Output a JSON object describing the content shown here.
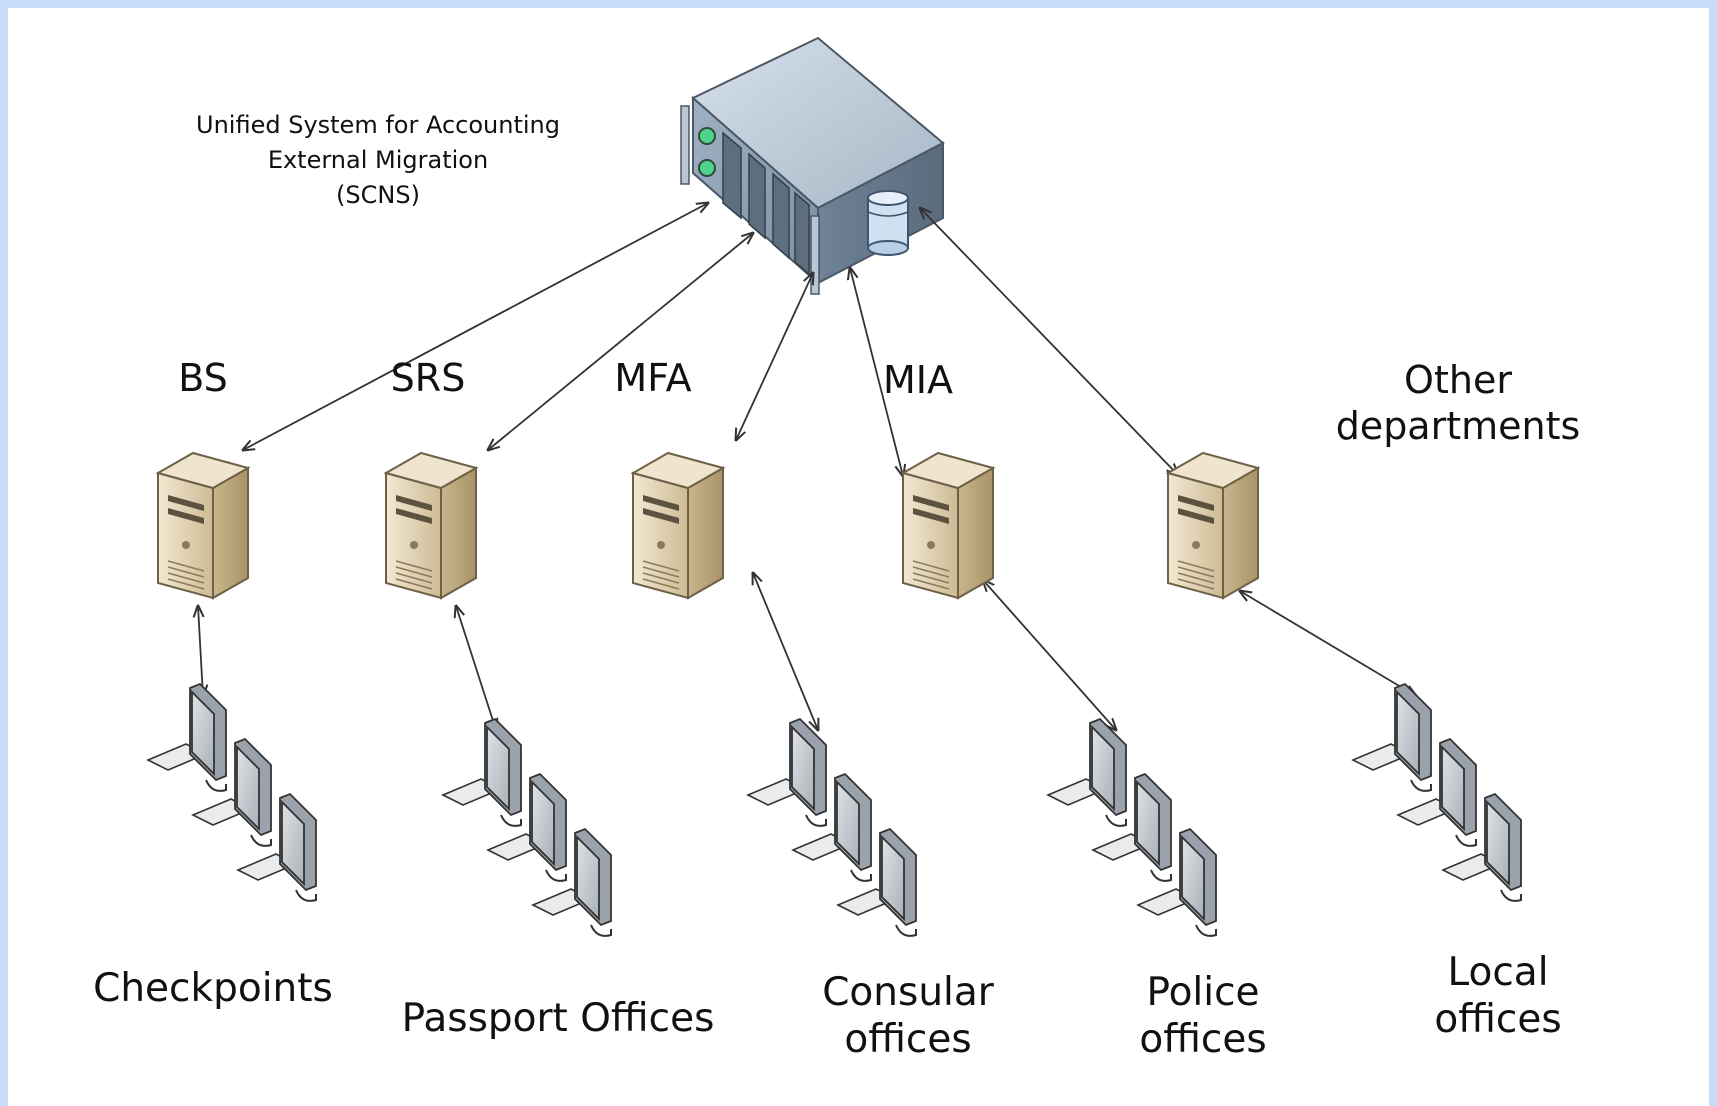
{
  "central_system": {
    "title_line1": "Unified System for Accounting",
    "title_line2": "External Migration",
    "title_line3": "(SCNS)",
    "icon": "mainframe-server-icon"
  },
  "departments": [
    {
      "id": "bs",
      "label": "BS",
      "office_label": "Checkpoints"
    },
    {
      "id": "srs",
      "label": "SRS",
      "office_label": "Passport Offices"
    },
    {
      "id": "mfa",
      "label": "MFA",
      "office_label_line1": "Consular",
      "office_label_line2": "offices"
    },
    {
      "id": "mia",
      "label": "MIA",
      "office_label_line1": "Police",
      "office_label_line2": "offices"
    },
    {
      "id": "other",
      "label_line1": "Other",
      "label_line2": "departments",
      "office_label_line1": "Local",
      "office_label_line2": "offices"
    }
  ],
  "colors": {
    "background": "#c7dcf8",
    "server_beige": "#d9c9a6",
    "mainframe_blue": "#8fa3b8",
    "arrow": "#333333"
  },
  "icons": [
    "mainframe-server-icon",
    "tower-server-icon",
    "workstation-cluster-icon",
    "bidirectional-arrow"
  ]
}
